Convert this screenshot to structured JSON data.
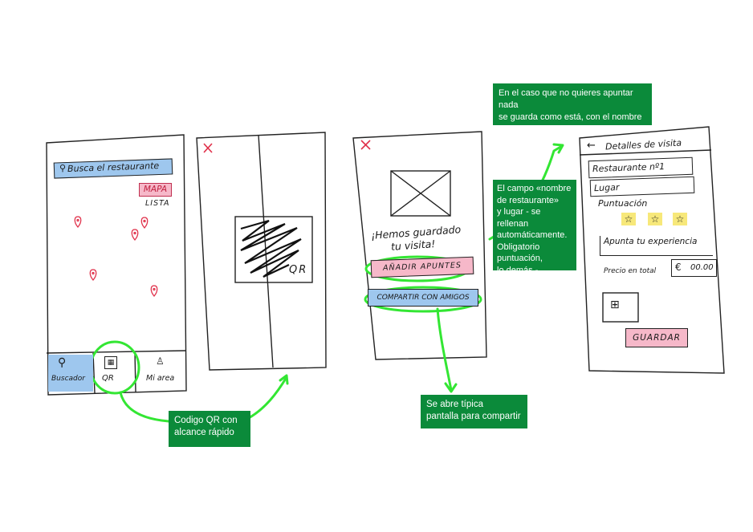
{
  "screen1": {
    "search_label": "Busca el restaurante",
    "map_label": "MAPA",
    "list_label": "LISTA",
    "nav": {
      "search": "Buscador",
      "qr": "QR",
      "area": "Mi area"
    }
  },
  "screen2": {
    "qr_label": "QR"
  },
  "screen3": {
    "saved_line1": "¡Hemos guardado",
    "saved_line2": "tu visita!",
    "add_notes": "AÑADIR APUNTES",
    "share": "COMPARTIR CON AMIGOS"
  },
  "screen4": {
    "title": "Detalles de visita",
    "name_field": "Restaurante nº1",
    "place_field": "Lugar",
    "rating_label": "Puntuación",
    "notes_field": "Apunta tu experiencia",
    "price_label": "Precio en total",
    "currency": "€",
    "price_value": "00.00",
    "save_button": "GUARDAR"
  },
  "notes": {
    "qr_note": "Codigo QR con\nalcance rápido",
    "autofill_note": "El campo «nombre\nde restaurante»\ny lugar - se rellenan\nautomáticamente.\nObligatorio\npuntuación,\nlo demás - opcional",
    "share_note": "Se abre típica\npantalla para compartir",
    "save_note": "En el caso que no quieres apuntar nada\nse guarda como está, con el nombre\ny lugar del restaurante"
  },
  "colors": {
    "accent_green": "#0b8a3a",
    "arrow_green": "#33e633",
    "highlight_blue": "#9ec7ee",
    "highlight_pink": "#f6b8c9",
    "pin_red": "#e0304a"
  }
}
